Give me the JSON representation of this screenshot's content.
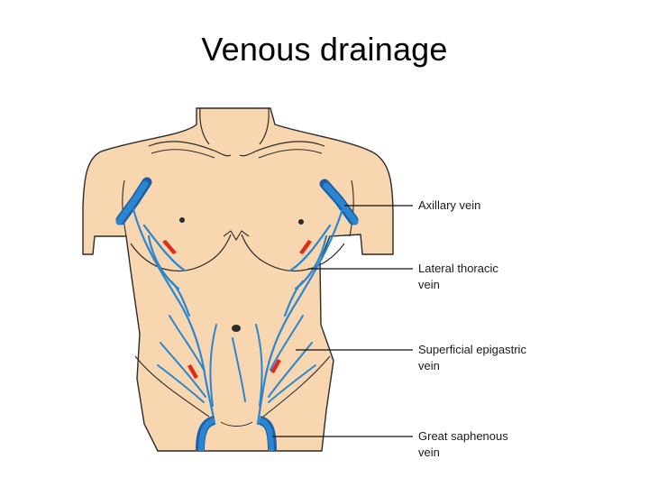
{
  "slide": {
    "title": "Venous drainage"
  },
  "diagram": {
    "labels": {
      "axillary_vein": "Axillary vein",
      "lateral_thoracic_vein_line1": "Lateral thoracic",
      "lateral_thoracic_vein_line2": "vein",
      "superficial_epigastric_vein_line1": "Superficial epigastric",
      "superficial_epigastric_vein_line2": "vein",
      "great_saphenous_vein_line1": "Great saphenous",
      "great_saphenous_vein_line2": "vein"
    },
    "colors": {
      "skin": "#f8d7b0",
      "outline": "#2b2b2b",
      "vein": "#2a86d1",
      "vein_dark": "#1c5fa8",
      "arrow": "#e02a1c",
      "leader_line": "#111111"
    }
  }
}
